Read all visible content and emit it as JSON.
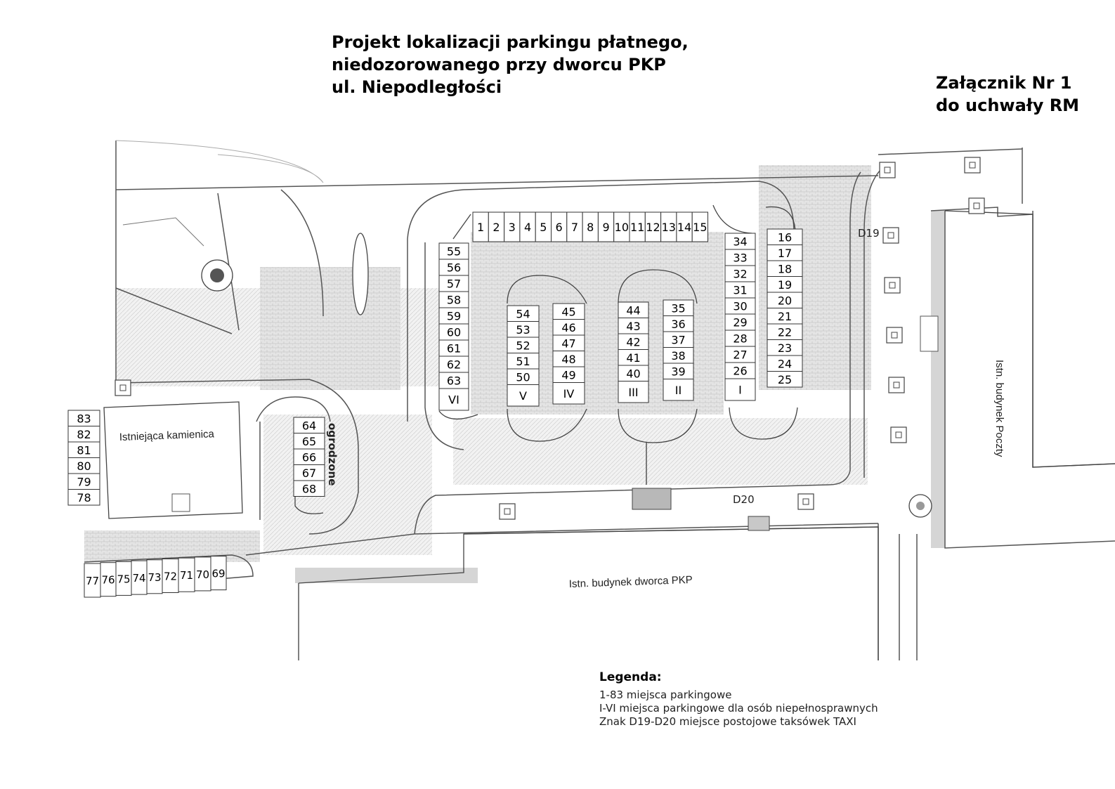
{
  "title": {
    "line1": "Projekt lokalizacji parkingu płatnego,",
    "line2": "niedozorowanego przy dworcu PKP",
    "line3": "ul. Niepodległości"
  },
  "attachment": {
    "line1": "Załącznik Nr 1",
    "line2": "do uchwały RM"
  },
  "map_labels": {
    "kamienica": "Istniejąca kamienica",
    "ogrodzone": "ogrodzone",
    "dworzec": "Istn. budynek dworca PKP",
    "poczta": "Istn. budynek Poczty",
    "d19": "D19",
    "d20": "D20"
  },
  "spots": {
    "top_row": [
      "1",
      "2",
      "3",
      "4",
      "5",
      "6",
      "7",
      "8",
      "9",
      "10",
      "11",
      "12",
      "13",
      "14",
      "15"
    ],
    "col_right_outer": [
      "16",
      "17",
      "18",
      "19",
      "20",
      "21",
      "22",
      "23",
      "24",
      "25"
    ],
    "col_right_inner": [
      "34",
      "33",
      "32",
      "31",
      "30",
      "29",
      "28",
      "27",
      "26",
      "I"
    ],
    "island_2_right": [
      "35",
      "36",
      "37",
      "38",
      "39",
      "II"
    ],
    "island_2_left": [
      "44",
      "43",
      "42",
      "41",
      "40",
      "III"
    ],
    "island_1_right": [
      "45",
      "46",
      "47",
      "48",
      "49",
      "IV"
    ],
    "island_1_left": [
      "54",
      "53",
      "52",
      "51",
      "50",
      "V"
    ],
    "col_left": [
      "55",
      "56",
      "57",
      "58",
      "59",
      "60",
      "61",
      "62",
      "63",
      "VI"
    ],
    "garden": [
      "64",
      "65",
      "66",
      "67",
      "68"
    ],
    "bottom_row": [
      "77",
      "76",
      "75",
      "74",
      "73",
      "72",
      "71",
      "70",
      "69"
    ],
    "side_col": [
      "83",
      "82",
      "81",
      "80",
      "79",
      "78"
    ]
  },
  "legend": {
    "heading": "Legenda:",
    "item1": "1-83 miejsca parkingowe",
    "item2": "I-VI miejsca parkingowe dla osób niepełnosprawnych",
    "item3": "Znak D19-D20 miejsce postojowe taksówek TAXI"
  }
}
